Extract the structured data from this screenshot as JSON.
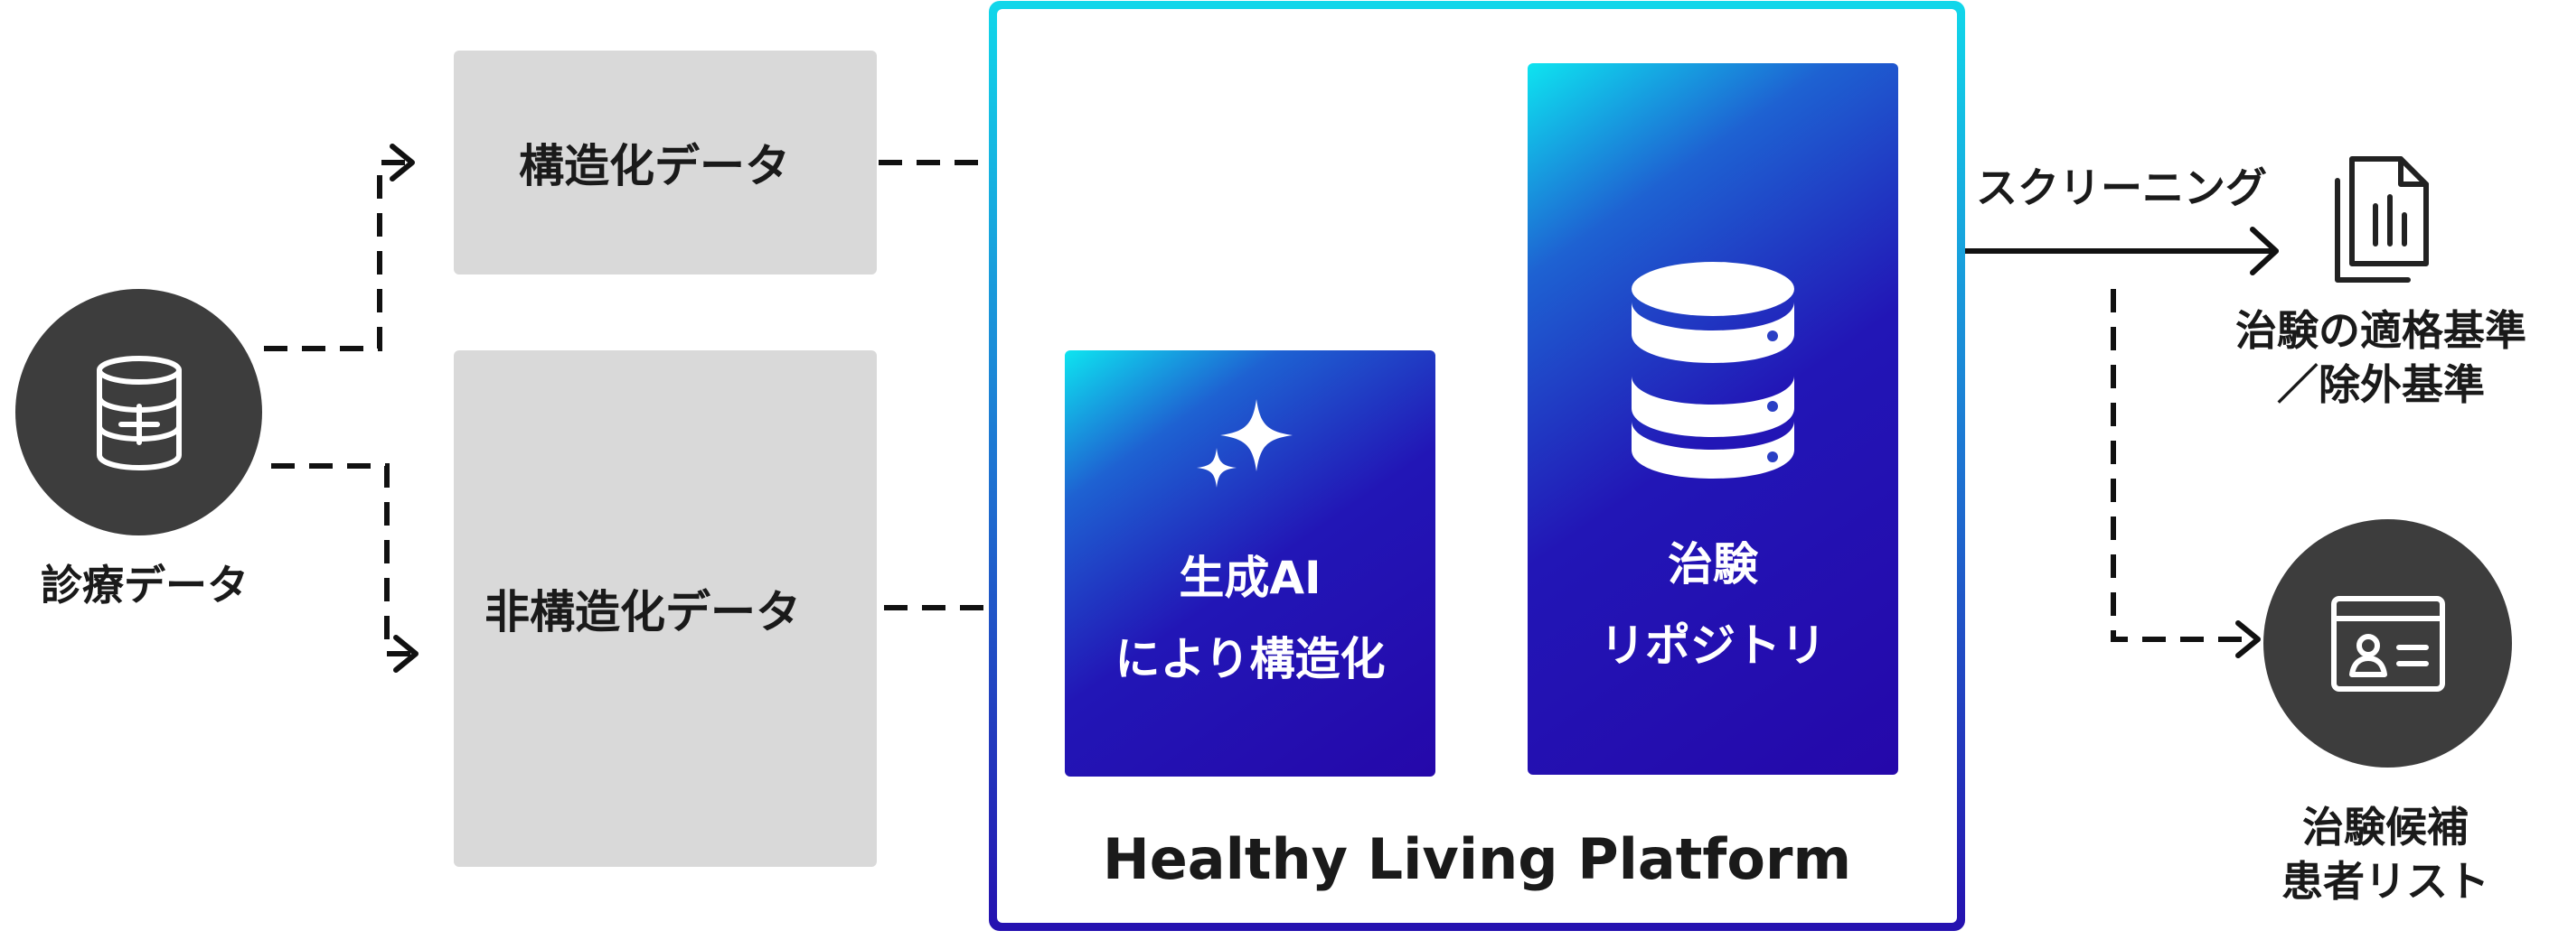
{
  "diagram": {
    "medical_data": {
      "label": "診療データ",
      "icon": "medical-database-icon"
    },
    "structured_data": {
      "label": "構造化データ"
    },
    "unstructured_data": {
      "label": "非構造化データ"
    },
    "gen_ai": {
      "line1": "生成AI",
      "line2": "により構造化",
      "icon": "sparkle-icon"
    },
    "repository": {
      "line1": "治験",
      "line2": "リポジトリ",
      "icon": "database-icon"
    },
    "platform": {
      "title": "Healthy Living Platform"
    },
    "screening": {
      "label": "スクリーニング"
    },
    "criteria": {
      "line1": "治験の適格基準",
      "line2": "／除外基準",
      "icon": "document-icon"
    },
    "candidates": {
      "line1": "治験候補",
      "line2": "患者リスト",
      "icon": "id-card-icon"
    },
    "colors": {
      "dark_circle": "#3d3d3d",
      "grey_box": "#d9d9d9",
      "gradient_cyan": "#0ee4f0",
      "gradient_blue": "#2216b6",
      "arrow_blue": "#2a7fd0"
    }
  }
}
